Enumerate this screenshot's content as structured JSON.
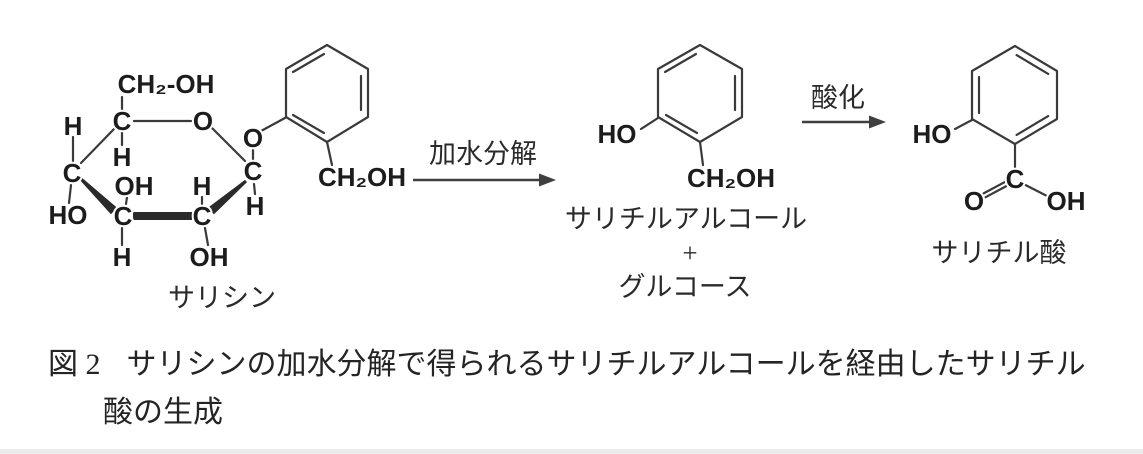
{
  "colors": {
    "background": "#ffffff",
    "bond": "#3a3a3a",
    "text": "#1c1c1c",
    "caption_text": "#242424"
  },
  "molecules": {
    "salicin": {
      "label": "サリシン",
      "glucose_atoms": {
        "ch2oh_top": "CH₂-OH",
        "c5": "C",
        "ring_o": "O",
        "h_c4_top": "H",
        "h_c5_bottom": "H",
        "c4": "C",
        "oh_c3_top": "OH",
        "h_c2_top": "H",
        "ho_c4": "HO",
        "c3": "C",
        "c2": "C",
        "h_c3_bottom": "H",
        "oh_c2_bottom": "OH",
        "c1": "C",
        "glycosidic_o": "O",
        "h_c1_bottom": "H"
      },
      "aryl_substituent": "CH₂OH"
    },
    "salicyl_alcohol": {
      "label": "サリチルアルコール",
      "ho": "HO",
      "ch2oh": "CH₂OH"
    },
    "plus": "+",
    "glucose_label": "グルコース",
    "salicylic_acid": {
      "label": "サリチル酸",
      "ho": "HO",
      "carboxyl_c": "C",
      "carbonyl_o": "O",
      "hydroxyl_oh": "OH"
    }
  },
  "arrows": {
    "hydrolysis": {
      "label": "加水分解"
    },
    "oxidation": {
      "label": "酸化"
    }
  },
  "caption": {
    "figure_label": "図 2",
    "line1": "サリシンの加水分解で得られるサリチルアルコールを経由したサリチル",
    "line2": "酸の生成"
  }
}
